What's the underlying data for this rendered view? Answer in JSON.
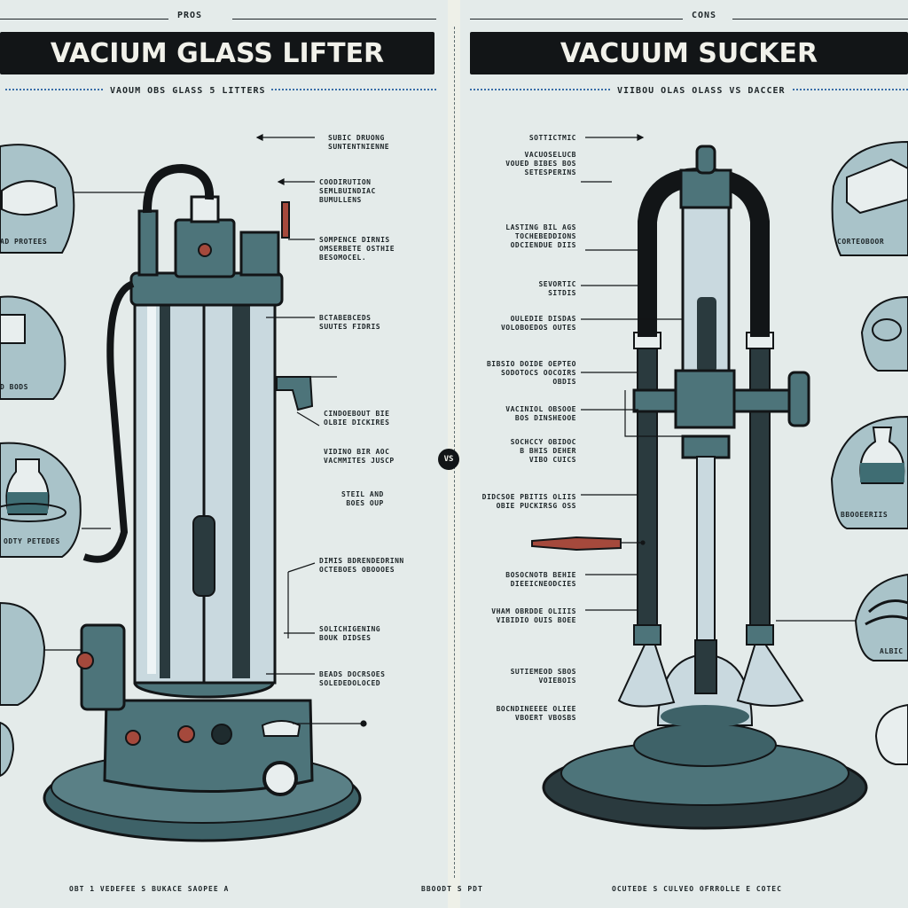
{
  "left": {
    "tag": "PROS",
    "title": "VACIUM GLASS LIFTER",
    "subtitle": "VAOUM OBS GLASS 5 LITTERS",
    "callouts": [
      {
        "text": "SUBIC DRUONG\nSUNTENTNIENNE"
      },
      {
        "text": "COODIRUTION\nSEMLBUINDIAC\nBUMULLENS"
      },
      {
        "text": "SOMPENCE DIRNIS\nOMSERBETE OSTHIE\nBESOMOCEL."
      },
      {
        "text": "BCTABEBCEDS\nSUUTES FIDRIS"
      },
      {
        "text": "CINDOEBOUT BIE\nOLBIE DICKIRES"
      },
      {
        "text": "VIDINO BIR AOC\nVACMMITES JUSCP"
      },
      {
        "text": "STEIL AND\nBOES OUP"
      },
      {
        "text": "DIMIS BDRENDEDRINN\nOCTEBOES OBOOOES"
      },
      {
        "text": "SOLICHIGENING\nBOUK DIDSES"
      },
      {
        "text": "BEADS DOCRSOES\nSOLEDEDOLOCED"
      }
    ],
    "badges": [
      {
        "text": "AD PROTEES"
      },
      {
        "text": "D BODS"
      },
      {
        "text": "ODTY PETEDES"
      }
    ],
    "footer": "OBT 1   VEDEFEE S BUKACE SAOPEE A"
  },
  "right": {
    "tag": "CONS",
    "title": "VACUUM SUCKER",
    "subtitle": "VIIBOU OLAS OLASS VS DACCER",
    "callouts": [
      {
        "text": "SOTTICTMIC"
      },
      {
        "text": "VACUOSELUCB\nVOUED BIBES BOS\nSETESPERINS"
      },
      {
        "text": "LASTING BIL AGS\nTOCHEBEDDIONS\nODCIENDUE DIIS"
      },
      {
        "text": "SEVORTIC\nSITDIS"
      },
      {
        "text": "OULEDIE DISDAS\nVOLOBOEDOS OUTES"
      },
      {
        "text": "BIBSIO DOIDE OEPTEO\nSODOTOCS OOCOIRS\nOBDIS"
      },
      {
        "text": "VACINIOL OBSOOE\nBOS DINSHEOOE"
      },
      {
        "text": "SOCHCCY OBIDOC\nB BHIS DEHER\nVIBO CUICS"
      },
      {
        "text": "DIDCSOE PBITIS OLIIS\nOBIE PUCKIRSG OSS"
      },
      {
        "text": "BOSOCNOTB BEHIE\nDIEEICNEODCIES"
      },
      {
        "text": "VHAM OBRDDE OLIIIS\nVIBIDIO OUIS BOEE"
      },
      {
        "text": "SUTIEMEOD SBOS\nVOIEBOIS"
      },
      {
        "text": "BOCNDINEEEE OLIEE\nVBOERT VBOSBS"
      }
    ],
    "badges": [
      {
        "text": "CORTEOBOOR"
      },
      {
        "text": "BBOOEERIIS"
      },
      {
        "text": "ALBIC"
      }
    ],
    "footer": "OCUTEDE S CULVEO OFRROLLE E        COTEC"
  },
  "center": {
    "vs": "VS",
    "footer": "BBOODT S PDT"
  },
  "colors": {
    "teal": "#4d747a",
    "teal_dark": "#33575c",
    "black": "#121517",
    "glass": "#c9d9df",
    "rust": "#a5493c",
    "bubble": "#a9c3c9"
  }
}
